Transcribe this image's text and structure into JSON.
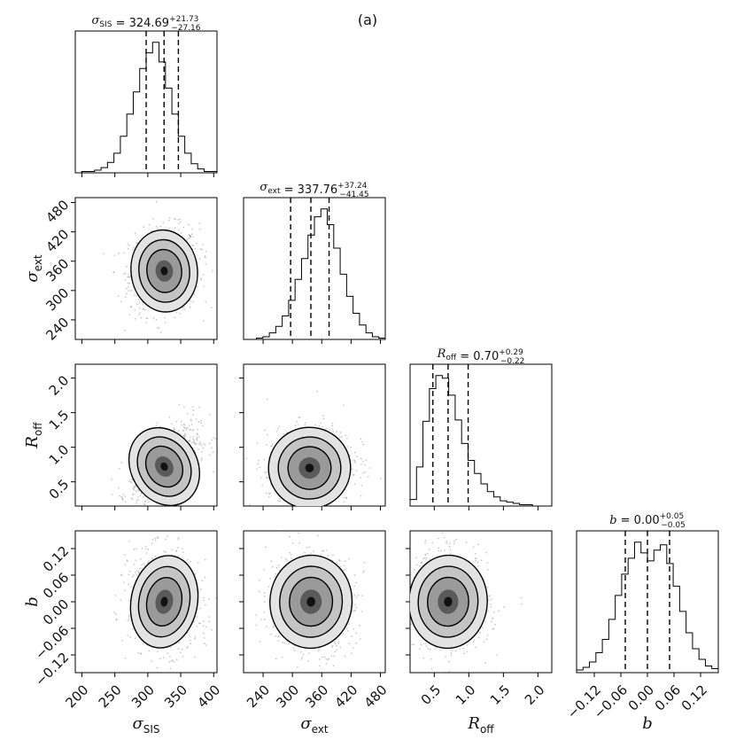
{
  "figure_label": "(a)",
  "chart_data": {
    "type": "corner",
    "parameters": [
      {
        "key": "sigma_sis",
        "symbol": "σ",
        "subscript": "SIS",
        "median": "324.69",
        "upper": "+21.73",
        "lower": "−27.16",
        "range": [
          190,
          405
        ],
        "ticks": [
          200,
          250,
          300,
          350,
          400
        ],
        "tick_labels": [
          "200",
          "250",
          "300",
          "350",
          "400"
        ],
        "quantiles": [
          297.53,
          324.69,
          346.42
        ],
        "hist_bins": [
          0,
          1,
          1,
          2,
          4,
          8,
          15,
          28,
          45,
          62,
          80,
          92,
          100,
          85,
          65,
          45,
          28,
          15,
          7,
          3,
          1,
          1
        ]
      },
      {
        "key": "sigma_ext",
        "symbol": "σ",
        "subscript": "ext",
        "median": "337.76",
        "upper": "+37.24",
        "lower": "−41.45",
        "range": [
          200,
          490
        ],
        "ticks": [
          240,
          300,
          360,
          420,
          480
        ],
        "tick_labels": [
          "240",
          "300",
          "360",
          "420",
          "480"
        ],
        "quantiles": [
          296.31,
          337.76,
          375.0
        ],
        "hist_bins": [
          0,
          0,
          1,
          2,
          5,
          10,
          18,
          30,
          46,
          62,
          80,
          94,
          100,
          88,
          70,
          50,
          33,
          20,
          11,
          5,
          2,
          1
        ]
      },
      {
        "key": "r_off",
        "symbol": "R",
        "subscript": "off",
        "median": "0.70",
        "upper": "+0.29",
        "lower": "−0.22",
        "range": [
          0.15,
          2.2
        ],
        "ticks": [
          0.5,
          1.0,
          1.5,
          2.0
        ],
        "tick_labels": [
          "0.5",
          "1.0",
          "1.5",
          "2.0"
        ],
        "quantiles": [
          0.48,
          0.7,
          0.99
        ],
        "hist_bins": [
          5,
          30,
          65,
          90,
          100,
          98,
          85,
          66,
          48,
          35,
          25,
          17,
          11,
          7,
          4,
          3,
          2,
          1,
          1,
          0,
          0,
          0
        ]
      },
      {
        "key": "b",
        "symbol": "b",
        "subscript": "",
        "median": "0.00",
        "upper": "+0.05",
        "lower": "−0.05",
        "range": [
          -0.16,
          0.16
        ],
        "ticks": [
          -0.12,
          -0.06,
          0.0,
          0.06,
          0.12
        ],
        "tick_labels": [
          "−0.12",
          "−0.06",
          "0.00",
          "0.06",
          "0.12"
        ],
        "quantiles": [
          -0.05,
          0.0,
          0.05
        ],
        "hist_bins": [
          2,
          4,
          8,
          15,
          25,
          40,
          58,
          74,
          86,
          98,
          90,
          84,
          92,
          96,
          82,
          65,
          46,
          30,
          18,
          10,
          5,
          3
        ]
      }
    ],
    "correlations": [
      {
        "row": 1,
        "col": 0,
        "center": [
          325,
          340
        ],
        "sigma": [
          24,
          40
        ],
        "rho": 0.1
      },
      {
        "row": 2,
        "col": 0,
        "center": [
          325,
          0.72
        ],
        "sigma": [
          24,
          0.28
        ],
        "rho": 0.55
      },
      {
        "row": 2,
        "col": 1,
        "center": [
          335,
          0.7
        ],
        "sigma": [
          40,
          0.28
        ],
        "rho": 0.15
      },
      {
        "row": 3,
        "col": 0,
        "center": [
          325,
          0.0
        ],
        "sigma": [
          24,
          0.05
        ],
        "rho": -0.15
      },
      {
        "row": 3,
        "col": 1,
        "center": [
          338,
          0.0
        ],
        "sigma": [
          40,
          0.05
        ],
        "rho": -0.05
      },
      {
        "row": 3,
        "col": 2,
        "center": [
          0.7,
          0.0
        ],
        "sigma": [
          0.27,
          0.05
        ],
        "rho": -0.05
      }
    ]
  }
}
